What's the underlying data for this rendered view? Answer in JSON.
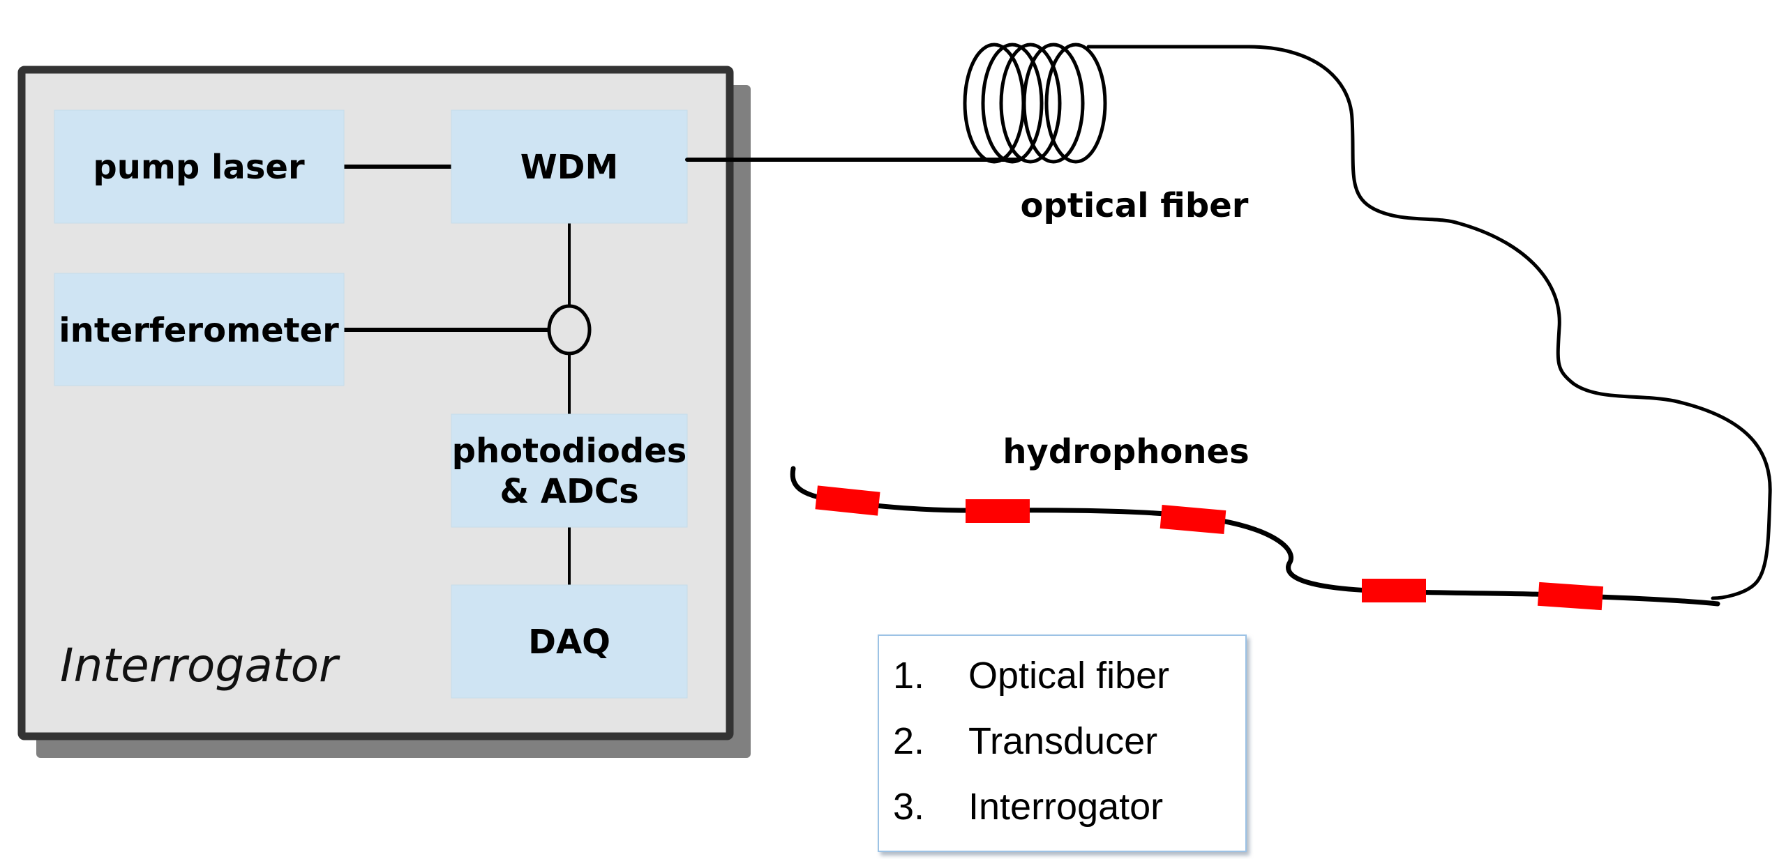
{
  "interrogator": {
    "title": "Interrogator",
    "blocks": {
      "pump_laser": "pump laser",
      "wdm": "WDM",
      "interferometer": "interferometer",
      "photodiodes_line1": "photodiodes",
      "photodiodes_line2": "& ADCs",
      "daq": "DAQ"
    }
  },
  "labels": {
    "optical_fiber": "optical fiber",
    "hydrophones": "hydrophones"
  },
  "hydrophone_count": 5,
  "legend": {
    "items": [
      {
        "num": "1.",
        "text": "Optical fiber"
      },
      {
        "num": "2.",
        "text": "Transducer"
      },
      {
        "num": "3.",
        "text": "Interrogator"
      }
    ]
  },
  "colors": {
    "hydrophone": "#ff0000",
    "block_fill": "#cfe4f3",
    "interrogator_fill": "#e4e4e4",
    "interrogator_border": "#333333",
    "shadow": "#808080",
    "legend_border": "#9cc2e5"
  }
}
